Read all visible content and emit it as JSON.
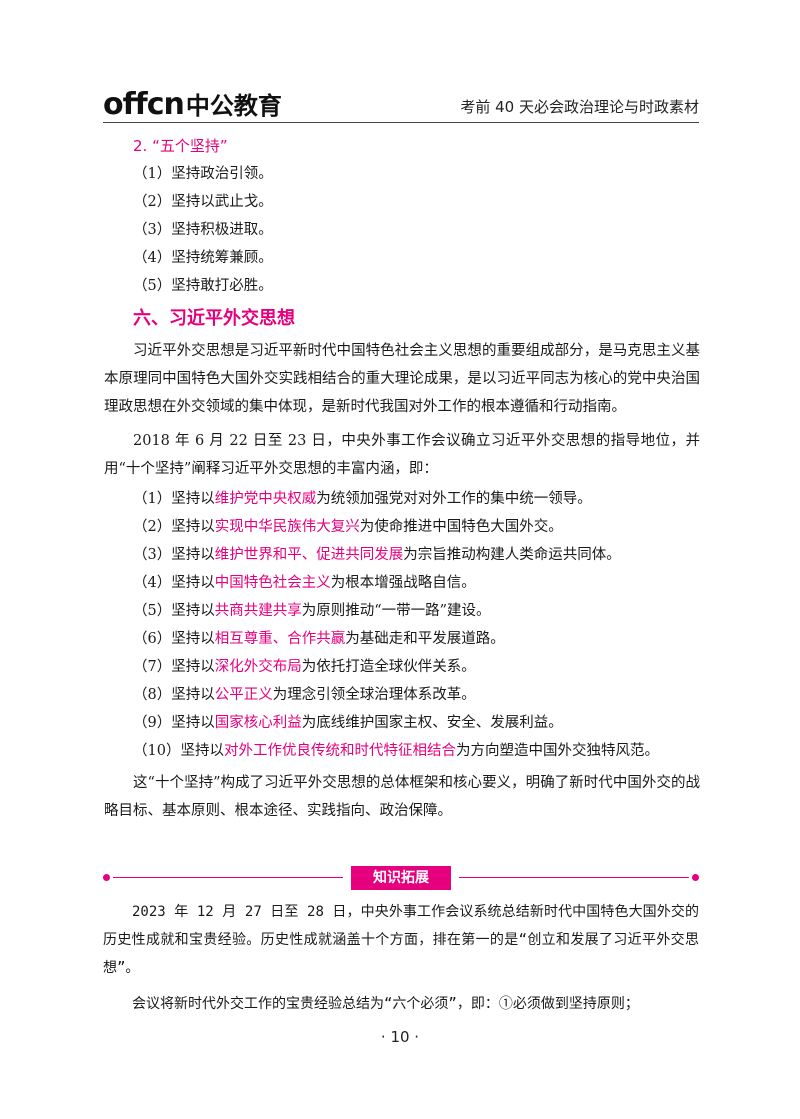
{
  "header": {
    "logo_latin": "offcn",
    "logo_cn": "中公教育",
    "title": "考前 40 天必会政治理论与时政素材"
  },
  "subsection": {
    "title": "2. “五个坚持”",
    "items": [
      "（1）坚持政治引领。",
      "（2）坚持以武止戈。",
      "（3）坚持积极进取。",
      "（4）坚持统筹兼顾。",
      "（5）坚持敢打必胜。"
    ]
  },
  "section": {
    "title": "六、习近平外交思想",
    "para1": "习近平外交思想是习近平新时代中国特色社会主义思想的重要组成部分，是马克思主义基本原理同中国特色大国外交实践相结合的重大理论成果，是以习近平同志为核心的党中央治国理政思想在外交领域的集中体现，是新时代我国对外工作的根本遵循和行动指南。",
    "para2": "2018 年 6 月 22 日至 23 日，中央外事工作会议确立习近平外交思想的指导地位，并用“十个坚持”阐释习近平外交思想的丰富内涵，即：",
    "items": [
      {
        "pre": "（1）坚持以",
        "hl": "维护党中央权威",
        "post": "为统领加强党对对外工作的集中统一领导。"
      },
      {
        "pre": "（2）坚持以",
        "hl": "实现中华民族伟大复兴",
        "post": "为使命推进中国特色大国外交。"
      },
      {
        "pre": "（3）坚持以",
        "hl": "维护世界和平、促进共同发展",
        "post": "为宗旨推动构建人类命运共同体。"
      },
      {
        "pre": "（4）坚持以",
        "hl": "中国特色社会主义",
        "post": "为根本增强战略自信。"
      },
      {
        "pre": "（5）坚持以",
        "hl": "共商共建共享",
        "post": "为原则推动“一带一路”建设。"
      },
      {
        "pre": "（6）坚持以",
        "hl": "相互尊重、合作共赢",
        "post": "为基础走和平发展道路。"
      },
      {
        "pre": "（7）坚持以",
        "hl": "深化外交布局",
        "post": "为依托打造全球伙伴关系。"
      },
      {
        "pre": "（8）坚持以",
        "hl": "公平正义",
        "post": "为理念引领全球治理体系改革。"
      },
      {
        "pre": "（9）坚持以",
        "hl": "国家核心利益",
        "post": "为底线维护国家主权、安全、发展利益。"
      },
      {
        "pre": "（10）坚持以",
        "hl": "对外工作优良传统和时代特征相结合",
        "post": "为方向塑造中国外交独特风范。"
      }
    ],
    "para3": "这“十个坚持”构成了习近平外交思想的总体框架和核心要义，明确了新时代中国外交的战略目标、基本原则、根本途径、实践指向、政治保障。"
  },
  "knowledge": {
    "label": "知识拓展",
    "para1": "2023 年 12 月 27 日至 28 日，中央外事工作会议系统总结新时代中国特色大国外交的历史性成就和宝贵经验。历史性成就涵盖十个方面，排在第一的是“创立和发展了习近平外交思想”。",
    "para2": "会议将新时代外交工作的宝贵经验总结为“六个必须”，即：①必须做到坚持原则；"
  },
  "page_number": "· 10 ·"
}
